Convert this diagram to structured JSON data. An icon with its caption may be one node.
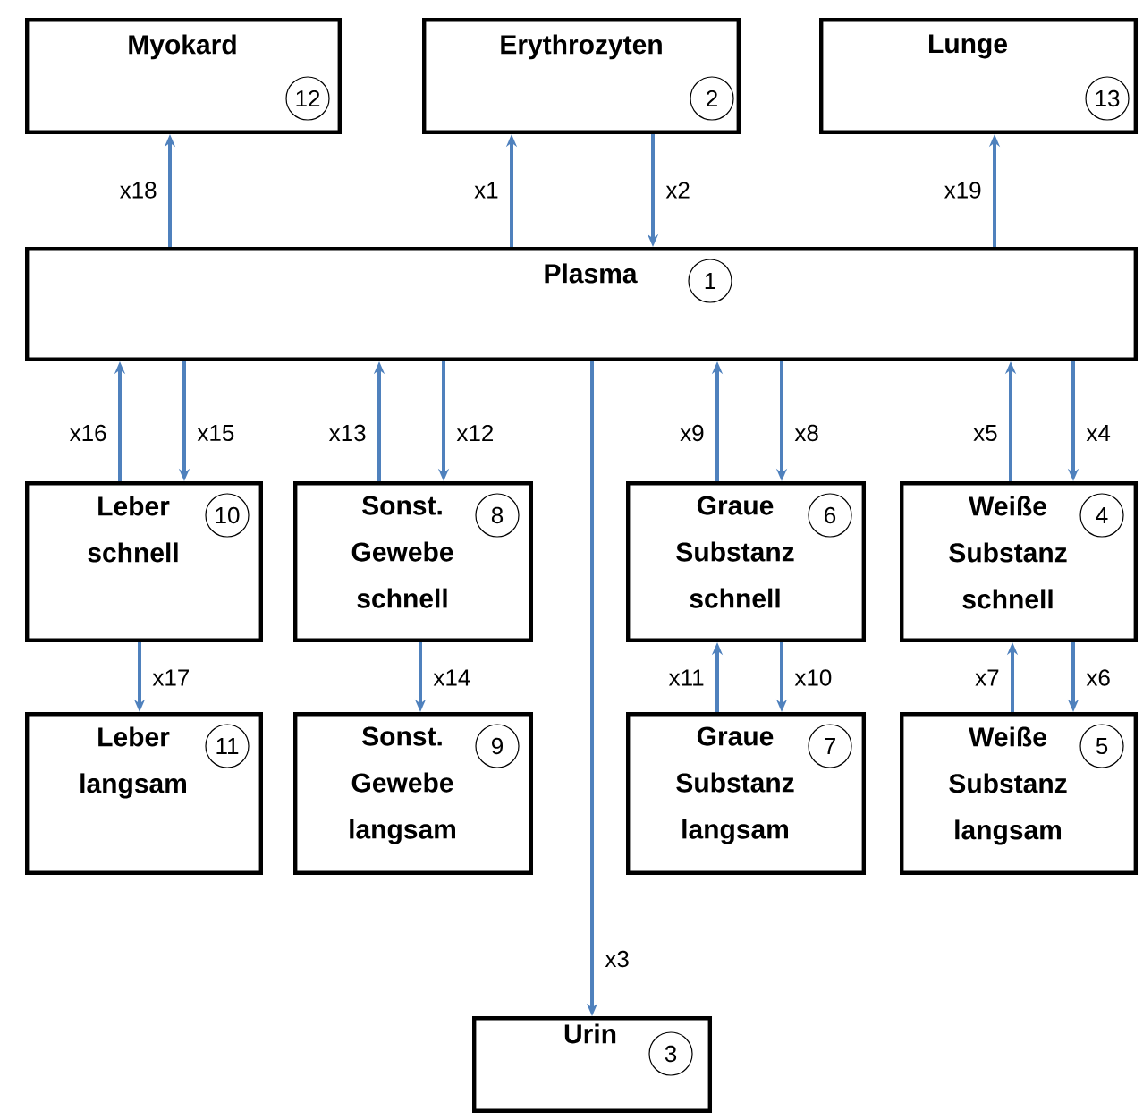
{
  "diagram": {
    "nodes": [
      {
        "text": [
          "Myokard",
          "12"
        ]
      },
      {
        "text": [
          "Erythrozyten",
          "2"
        ]
      },
      {
        "text": [
          "Lunge",
          "13"
        ]
      },
      {
        "text": [
          "Plasma",
          "1"
        ]
      },
      {
        "text": [
          "Leber schnell",
          "10"
        ]
      },
      {
        "text": [
          "Sonst. Gewebe schnell",
          "8"
        ]
      },
      {
        "text": [
          "Graue Substanz schnell",
          "6"
        ]
      },
      {
        "text": [
          "Weiße Substanz schnell",
          "4"
        ]
      },
      {
        "text": [
          "Leber langsam",
          "11"
        ]
      },
      {
        "text": [
          "Sonst. Gewebe langsam",
          "9"
        ]
      },
      {
        "text": [
          "Graue Substanz langsam",
          "7"
        ]
      },
      {
        "text": [
          "Weiße Substanz langsam",
          "5"
        ]
      },
      {
        "text": [
          "Urin",
          "3"
        ]
      }
    ],
    "edges": [
      {
        "from": 3,
        "to": 0,
        "arrow": "to",
        "label": "x18"
      },
      {
        "from": 3,
        "to": 1,
        "arrow": "to",
        "label": "x1"
      },
      {
        "from": 1,
        "to": 3,
        "arrow": "to",
        "label": "x2"
      },
      {
        "from": 3,
        "to": 2,
        "arrow": "to",
        "label": "x19"
      },
      {
        "from": 4,
        "to": 3,
        "arrow": "to",
        "label": "x16"
      },
      {
        "from": 3,
        "to": 4,
        "arrow": "to",
        "label": "x15"
      },
      {
        "from": 5,
        "to": 3,
        "arrow": "to",
        "label": "x13"
      },
      {
        "from": 3,
        "to": 5,
        "arrow": "to",
        "label": "x12"
      },
      {
        "from": 6,
        "to": 3,
        "arrow": "to",
        "label": "x9"
      },
      {
        "from": 3,
        "to": 6,
        "arrow": "to",
        "label": "x8"
      },
      {
        "from": 7,
        "to": 3,
        "arrow": "to",
        "label": "x5"
      },
      {
        "from": 3,
        "to": 7,
        "arrow": "to",
        "label": "x4"
      },
      {
        "from": 4,
        "to": 8,
        "arrow": "to",
        "label": "x17"
      },
      {
        "from": 5,
        "to": 9,
        "arrow": "to",
        "label": "x14"
      },
      {
        "from": 10,
        "to": 6,
        "arrow": "to",
        "label": "x11"
      },
      {
        "from": 6,
        "to": 10,
        "arrow": "to",
        "label": "x10"
      },
      {
        "from": 11,
        "to": 7,
        "arrow": "to",
        "label": "x7"
      },
      {
        "from": 7,
        "to": 11,
        "arrow": "to",
        "label": "x6"
      },
      {
        "from": 3,
        "to": 12,
        "arrow": "to",
        "label": "x3"
      }
    ]
  }
}
